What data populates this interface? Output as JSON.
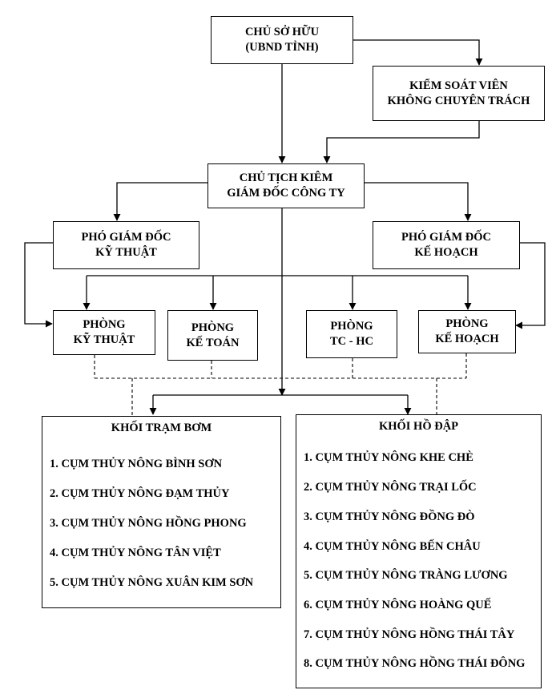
{
  "owner": {
    "line1": "CHỦ SỞ HỮU",
    "line2": "(UBND TỈNH)"
  },
  "controller": {
    "line1": "KIỂM SOÁT VIÊN",
    "line2": "KHÔNG CHUYÊN TRÁCH"
  },
  "chairman": {
    "line1": "CHỦ TỊCH KIÊM",
    "line2": "GIÁM ĐỐC CÔNG TY"
  },
  "deputy_technical": {
    "line1": "PHÓ GIÁM ĐỐC",
    "line2": "KỸ THUẬT"
  },
  "deputy_planning": {
    "line1": "PHÓ GIÁM ĐỐC",
    "line2": "KẾ HOẠCH"
  },
  "departments": {
    "technical": {
      "line1": "PHÒNG",
      "line2": "KỸ THUẬT"
    },
    "accounting": {
      "line1": "PHÒNG",
      "line2": "KẾ TOÁN"
    },
    "admin": {
      "line1": "PHÒNG",
      "line2": "TC - HC"
    },
    "planning": {
      "line1": "PHÒNG",
      "line2": "KẾ HOẠCH"
    }
  },
  "pump_stations": {
    "title": "KHỐI TRẠM BƠM",
    "items": [
      "1. CỤM THỦY NÔNG BÌNH SƠN",
      "2. CỤM THỦY NÔNG ĐẠM THỦY",
      "3. CỤM THỦY NÔNG HỒNG PHONG",
      "4. CỤM THỦY NÔNG TÂN VIỆT",
      "5. CỤM THỦY NÔNG XUÂN KIM SƠN"
    ]
  },
  "reservoirs": {
    "title": "KHỐI HỒ ĐẬP",
    "items": [
      "1. CỤM THỦY NÔNG KHE CHÈ",
      "2. CỤM THỦY NÔNG TRẠI LỐC",
      "3. CỤM THỦY NÔNG ĐỒNG ĐÒ",
      "4. CỤM THỦY NÔNG BẾN CHÂU",
      "5. CỤM THỦY NÔNG TRÀNG LƯƠNG",
      "6. CỤM THỦY NÔNG HOÀNG QUẾ",
      "7. CỤM THỦY NÔNG HỒNG THÁI TÂY",
      "8. CỤM THỦY NÔNG HỒNG THÁI ĐÔNG"
    ]
  }
}
